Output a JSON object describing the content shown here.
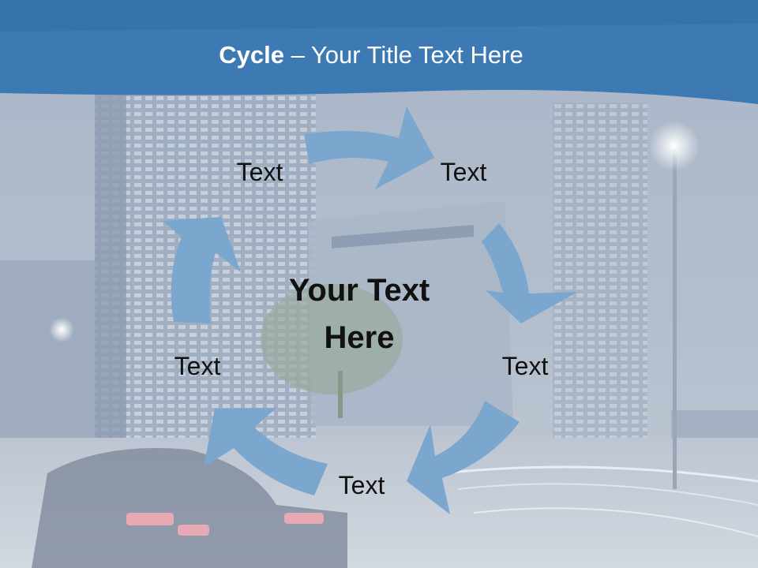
{
  "slide": {
    "title_bold": "Cycle",
    "title_rest": " – Your Title Text Here"
  },
  "center": {
    "line1": "Your Text",
    "line2": "Here"
  },
  "cycle": {
    "labels": [
      "Text",
      "Text",
      "Text",
      "Text",
      "Text"
    ]
  },
  "colors": {
    "header_blue": "#3d7ab4",
    "arrow_blue": "#7ba7cf",
    "text": "#111111"
  }
}
